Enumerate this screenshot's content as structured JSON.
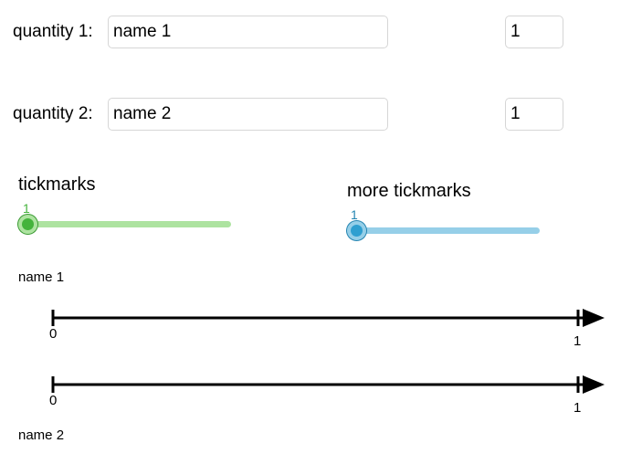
{
  "quantities": [
    {
      "label": "quantity 1:",
      "name_value": "name 1",
      "name_placeholder": "name 1",
      "number_value": "1",
      "number_placeholder": "1"
    },
    {
      "label": "quantity 2:",
      "name_value": "name 2",
      "name_placeholder": "name 2",
      "number_value": "1",
      "number_placeholder": "1"
    }
  ],
  "sliders": [
    {
      "title": "tickmarks",
      "value": "1",
      "color": "#44b33c",
      "track_color": "#ade3a0"
    },
    {
      "title": "more tickmarks",
      "value": "1",
      "color": "#2585b2",
      "track_color": "#96cfe8"
    }
  ],
  "captions": [
    {
      "text": "name 1"
    },
    {
      "text": "name 2"
    }
  ],
  "number_lines": [
    {
      "min_label": "0",
      "max_label": "1"
    },
    {
      "min_label": "0",
      "max_label": "1"
    }
  ],
  "chart_data": {
    "type": "line",
    "title": "",
    "axes": [
      {
        "name": "name 1",
        "orientation": "horizontal",
        "ticks": [
          0,
          1
        ],
        "tick_labels": [
          "0",
          "1"
        ],
        "xlim": [
          0,
          1
        ],
        "arrow": true,
        "marker_value": 1
      },
      {
        "name": "name 2",
        "orientation": "horizontal",
        "ticks": [
          0,
          1
        ],
        "tick_labels": [
          "0",
          "1"
        ],
        "xlim": [
          0,
          1
        ],
        "arrow": true,
        "marker_value": 1
      }
    ],
    "grid": false,
    "legend": "none"
  }
}
